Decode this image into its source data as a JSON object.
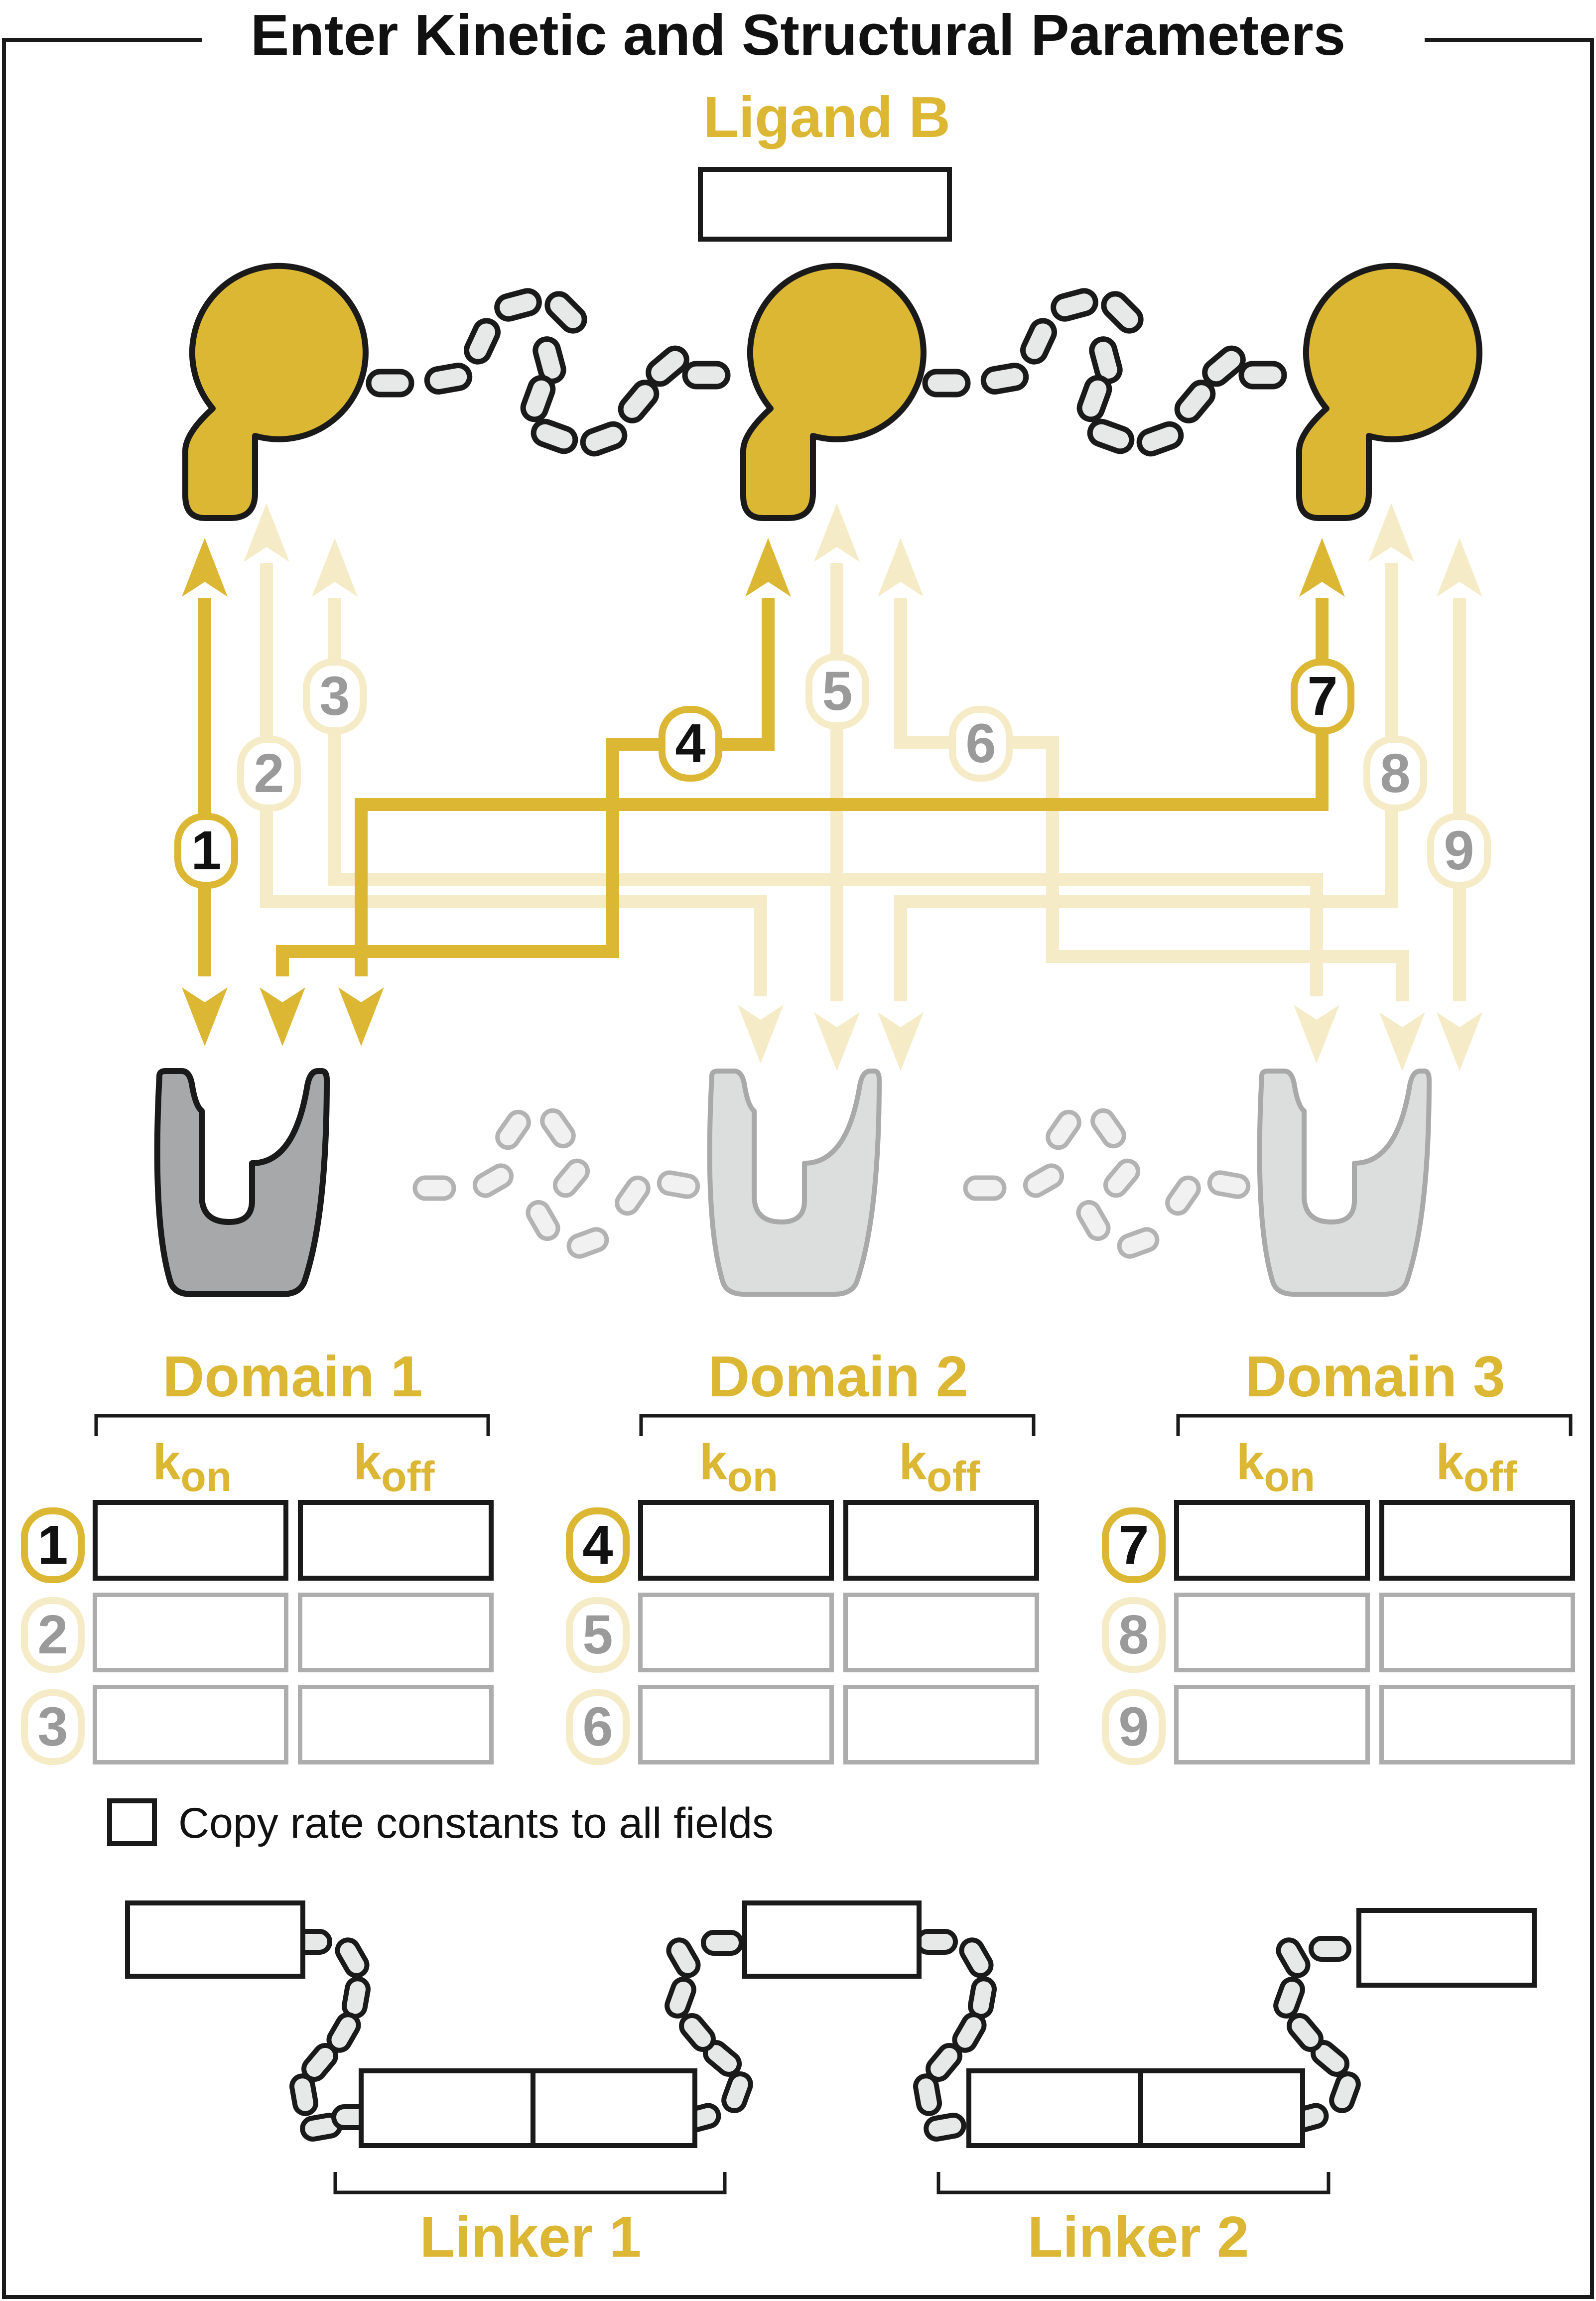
{
  "title": "Enter Kinetic and Structural Parameters",
  "colors": {
    "gold": "#dbb733",
    "gold_pale": "#f5ebc6",
    "domain_active_fill": "#a6a8aa",
    "domain_faded_fill": "#dcdddd",
    "linker_segment_fill": "#e7e8e8",
    "outline": "#1a1a1a"
  },
  "ligand": {
    "label": "Ligand B",
    "value": "",
    "icon": "ligand-binding-site-icon"
  },
  "interactions": [
    {
      "n": "1"
    },
    {
      "n": "2"
    },
    {
      "n": "3"
    },
    {
      "n": "4"
    },
    {
      "n": "5"
    },
    {
      "n": "6"
    },
    {
      "n": "7"
    },
    {
      "n": "8"
    },
    {
      "n": "9"
    }
  ],
  "domains": [
    {
      "label": "Domain 1",
      "kon_label": "k",
      "kon_sub": "on",
      "koff_label": "k",
      "koff_sub": "off",
      "rows": [
        {
          "n": "1",
          "kon": "",
          "koff": ""
        },
        {
          "n": "2",
          "kon": "",
          "koff": ""
        },
        {
          "n": "3",
          "kon": "",
          "koff": ""
        }
      ]
    },
    {
      "label": "Domain 2",
      "kon_label": "k",
      "kon_sub": "on",
      "koff_label": "k",
      "koff_sub": "off",
      "rows": [
        {
          "n": "4",
          "kon": "",
          "koff": ""
        },
        {
          "n": "5",
          "kon": "",
          "koff": ""
        },
        {
          "n": "6",
          "kon": "",
          "koff": ""
        }
      ]
    },
    {
      "label": "Domain 3",
      "kon_label": "k",
      "kon_sub": "on",
      "koff_label": "k",
      "koff_sub": "off",
      "rows": [
        {
          "n": "7",
          "kon": "",
          "koff": ""
        },
        {
          "n": "8",
          "kon": "",
          "koff": ""
        },
        {
          "n": "9",
          "kon": "",
          "koff": ""
        }
      ]
    }
  ],
  "copy_checkbox": {
    "label": "Copy rate constants to all fields",
    "checked": false
  },
  "linkers": [
    {
      "label": "Linker 1",
      "left_end": "",
      "value_a": "",
      "value_b": "",
      "right_end": ""
    },
    {
      "label": "Linker 2",
      "left_end": "",
      "value_a": "",
      "value_b": "",
      "right_end": ""
    }
  ],
  "icons": {
    "ligand": "ligand-binding-site-icon",
    "domain": "receptor-domain-icon",
    "linker": "flexible-linker-icon",
    "arrow": "double-headed-arrow-icon"
  }
}
